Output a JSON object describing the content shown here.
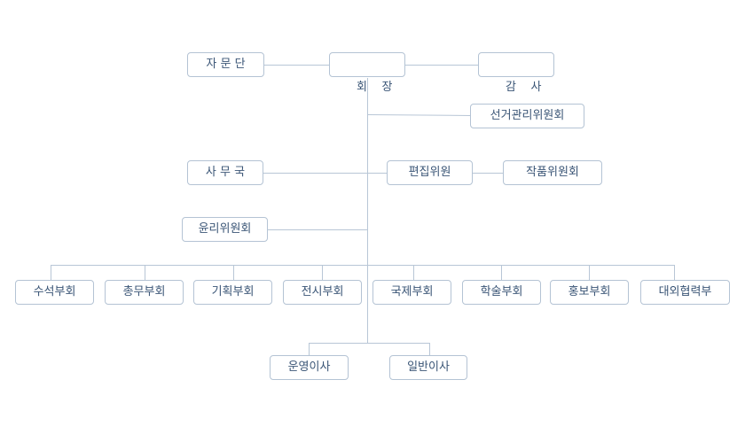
{
  "org_chart": {
    "top": {
      "president": "회    장",
      "advisory": "자 문 단",
      "auditor": "감    사"
    },
    "election_committee": "선거관리위원회",
    "secretariat": "사 무 국",
    "editorial": "편집위원",
    "works_committee": "작품위원회",
    "ethics_committee": "윤리위원회",
    "departments": [
      "수석부회",
      "총무부회",
      "기획부회",
      "전시부회",
      "국제부회",
      "학술부회",
      "홍보부회",
      "대외협력부"
    ],
    "directors": {
      "operating": "운영이사",
      "general": "일반이사"
    },
    "colors": {
      "line": "#b8c6d6",
      "border": "#b4c3d4",
      "text": "#3a5576"
    }
  }
}
